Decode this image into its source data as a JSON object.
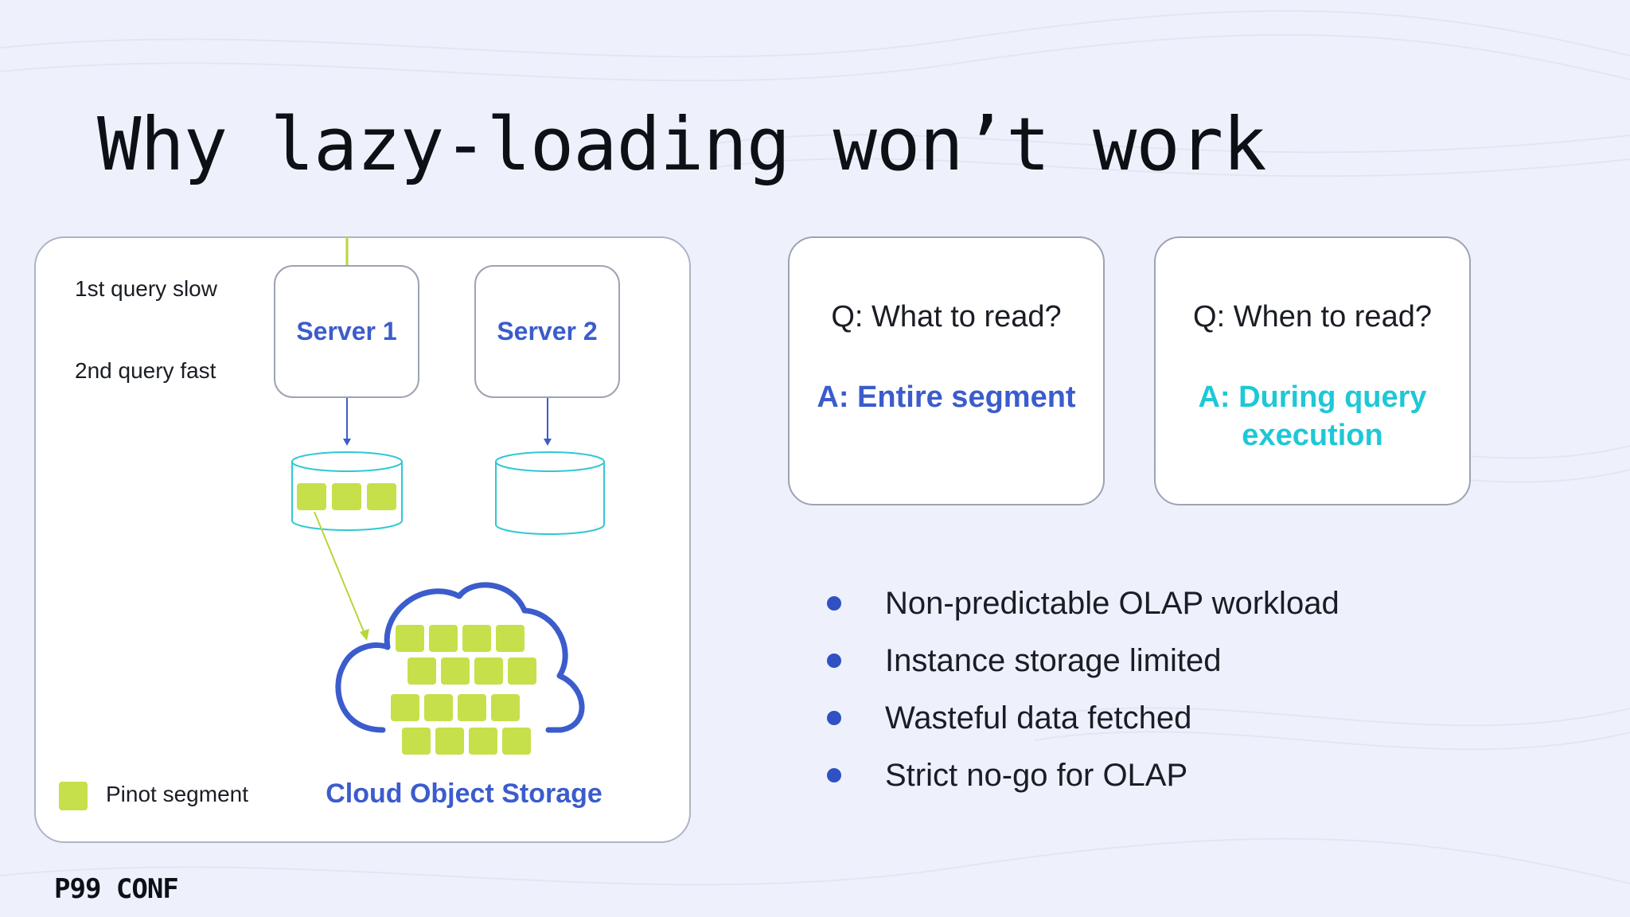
{
  "title": "Why lazy-loading won’t work",
  "diagram": {
    "first_query": "1st query slow",
    "second_query": "2nd query fast",
    "server1": "Server 1",
    "server2": "Server 2",
    "storage_label": "Cloud Object Storage",
    "legend_label": "Pinot segment"
  },
  "cards": [
    {
      "question": "Q: What to read?",
      "answer": "A: Entire segment",
      "answer_color": "#3b5ccc"
    },
    {
      "question": "Q: When to read?",
      "answer": "A: During query execution",
      "answer_color": "#1ec8d6"
    }
  ],
  "bullets": [
    "Non-predictable OLAP workload",
    "Instance storage limited",
    "Wasteful data fetched",
    "Strict no-go for OLAP"
  ],
  "logo": "P99 CONF",
  "colors": {
    "accent_blue": "#3b5ccc",
    "accent_cyan": "#1ec8d6",
    "segment_green": "#c5e04a",
    "bullet_dot": "#2f51c4"
  }
}
